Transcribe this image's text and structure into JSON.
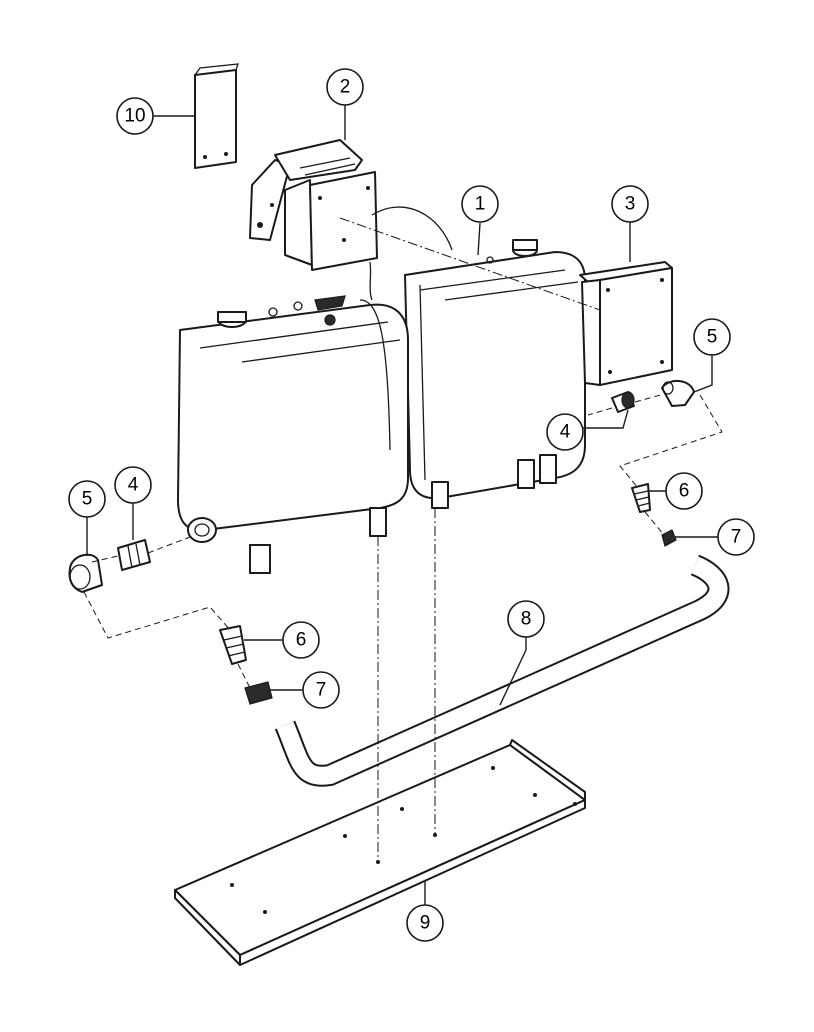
{
  "diagram": {
    "callouts": [
      {
        "id": "c1",
        "label": "1"
      },
      {
        "id": "c2",
        "label": "2"
      },
      {
        "id": "c3",
        "label": "3"
      },
      {
        "id": "c4a",
        "label": "4"
      },
      {
        "id": "c4b",
        "label": "4"
      },
      {
        "id": "c5a",
        "label": "5"
      },
      {
        "id": "c5b",
        "label": "5"
      },
      {
        "id": "c6a",
        "label": "6"
      },
      {
        "id": "c6b",
        "label": "6"
      },
      {
        "id": "c7a",
        "label": "7"
      },
      {
        "id": "c7b",
        "label": "7"
      },
      {
        "id": "c8",
        "label": "8"
      },
      {
        "id": "c9",
        "label": "9"
      },
      {
        "id": "c10",
        "label": "10"
      }
    ]
  }
}
